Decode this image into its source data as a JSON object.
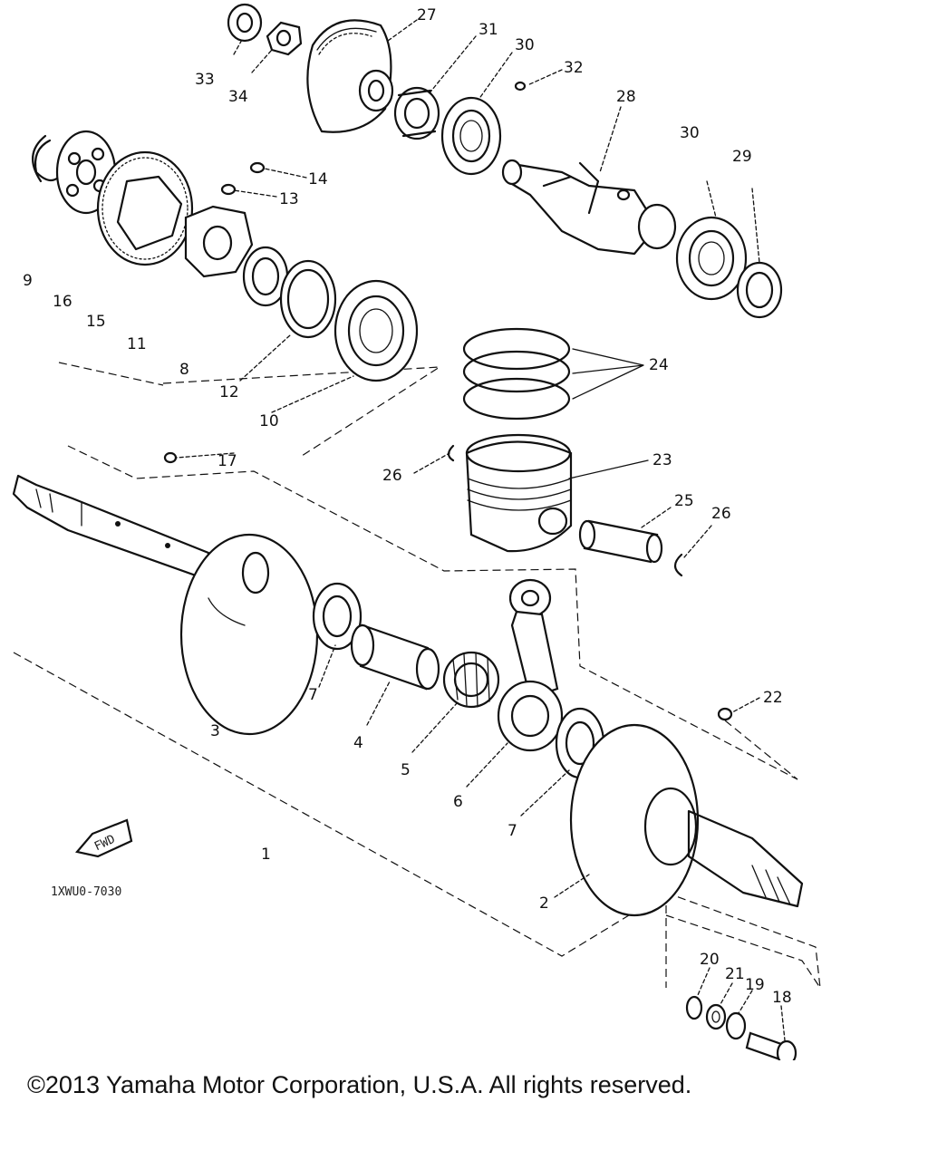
{
  "diagram": {
    "part_numbers": {
      "p1": "1",
      "p2": "2",
      "p3": "3",
      "p4": "4",
      "p5": "5",
      "p6": "6",
      "p7a": "7",
      "p7b": "7",
      "p8": "8",
      "p9": "9",
      "p10": "10",
      "p11": "11",
      "p12": "12",
      "p13": "13",
      "p14": "14",
      "p15": "15",
      "p16": "16",
      "p17": "17",
      "p18": "18",
      "p19": "19",
      "p20": "20",
      "p21": "21",
      "p22": "22",
      "p23": "23",
      "p24": "24",
      "p25": "25",
      "p26a": "26",
      "p26b": "26",
      "p27": "27",
      "p28": "28",
      "p29": "29",
      "p30a": "30",
      "p30b": "30",
      "p31": "31",
      "p32": "32",
      "p33": "33",
      "p34": "34"
    },
    "fwd_marker": "FWD",
    "drawing_code": "1XWU0-7030"
  },
  "footer": {
    "copyright": "©2013 Yamaha Motor Corporation, U.S.A. All rights reserved."
  }
}
